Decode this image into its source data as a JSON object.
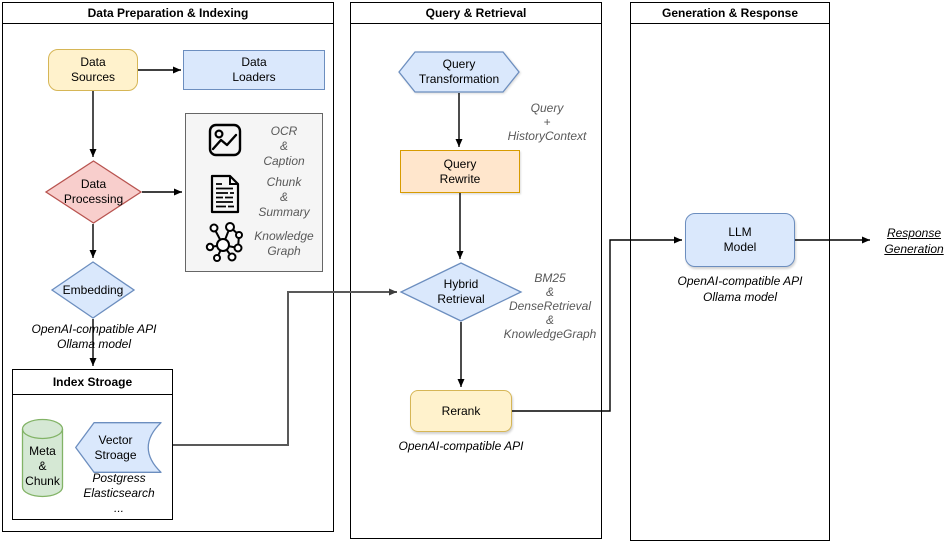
{
  "lanes": [
    {
      "title": "Data Preparation & Indexing"
    },
    {
      "title": "Query & Retrieval"
    },
    {
      "title": "Generation & Response"
    }
  ],
  "nodes": {
    "data_sources": {
      "label": "Data\nSources"
    },
    "data_loaders": {
      "label": "Data\nLoaders"
    },
    "data_processing": {
      "label": "Data\nProcessing"
    },
    "embedding": {
      "label": "Embedding",
      "note": "OpenAI-compatible API\nOllama model"
    },
    "query_transformation": {
      "label": "Query\nTransformation",
      "note": "Query\n+\nHistoryContext"
    },
    "query_rewrite": {
      "label": "Query\nRewrite"
    },
    "hybrid_retrieval": {
      "label": "Hybrid\nRetrieval",
      "note": "BM25\n&\nDenseRetrieval\n&\nKnowledgeGraph"
    },
    "rerank": {
      "label": "Rerank",
      "note": "OpenAI-compatible API"
    },
    "llm_model": {
      "label": "LLM\nModel",
      "note": "OpenAI-compatible API\nOllama model"
    },
    "response_generation": {
      "label": "Response\nGeneration"
    }
  },
  "processing_panel": {
    "items": [
      {
        "icon": "image-icon",
        "label": "OCR\n&\nCaption"
      },
      {
        "icon": "document-icon",
        "label": "Chunk\n&\nSummary"
      },
      {
        "icon": "knowledge-graph-icon",
        "label": "Knowledge\nGraph"
      }
    ]
  },
  "index_storage": {
    "title": "Index Stroage",
    "meta_chunk_label": "Meta\n&\nChunk",
    "vector_storage_label": "Vector\nStroage",
    "note": "Postgress\nElasticsearch\n..."
  },
  "palette": {
    "yellow_fill": "#fff2cc",
    "yellow_stroke": "#d6b656",
    "blue_fill": "#dae8fc",
    "blue_stroke": "#6c8ebf",
    "red_fill": "#f8cecc",
    "red_stroke": "#b85450",
    "orange_fill": "#ffe6cc",
    "orange_stroke": "#d79b00",
    "green_fill": "#d5e8d4",
    "green_stroke": "#82b366",
    "panel_fill": "#f5f5f5",
    "panel_stroke": "#666666",
    "annotation_gray": "#595959",
    "connector_gray": "#595959"
  }
}
